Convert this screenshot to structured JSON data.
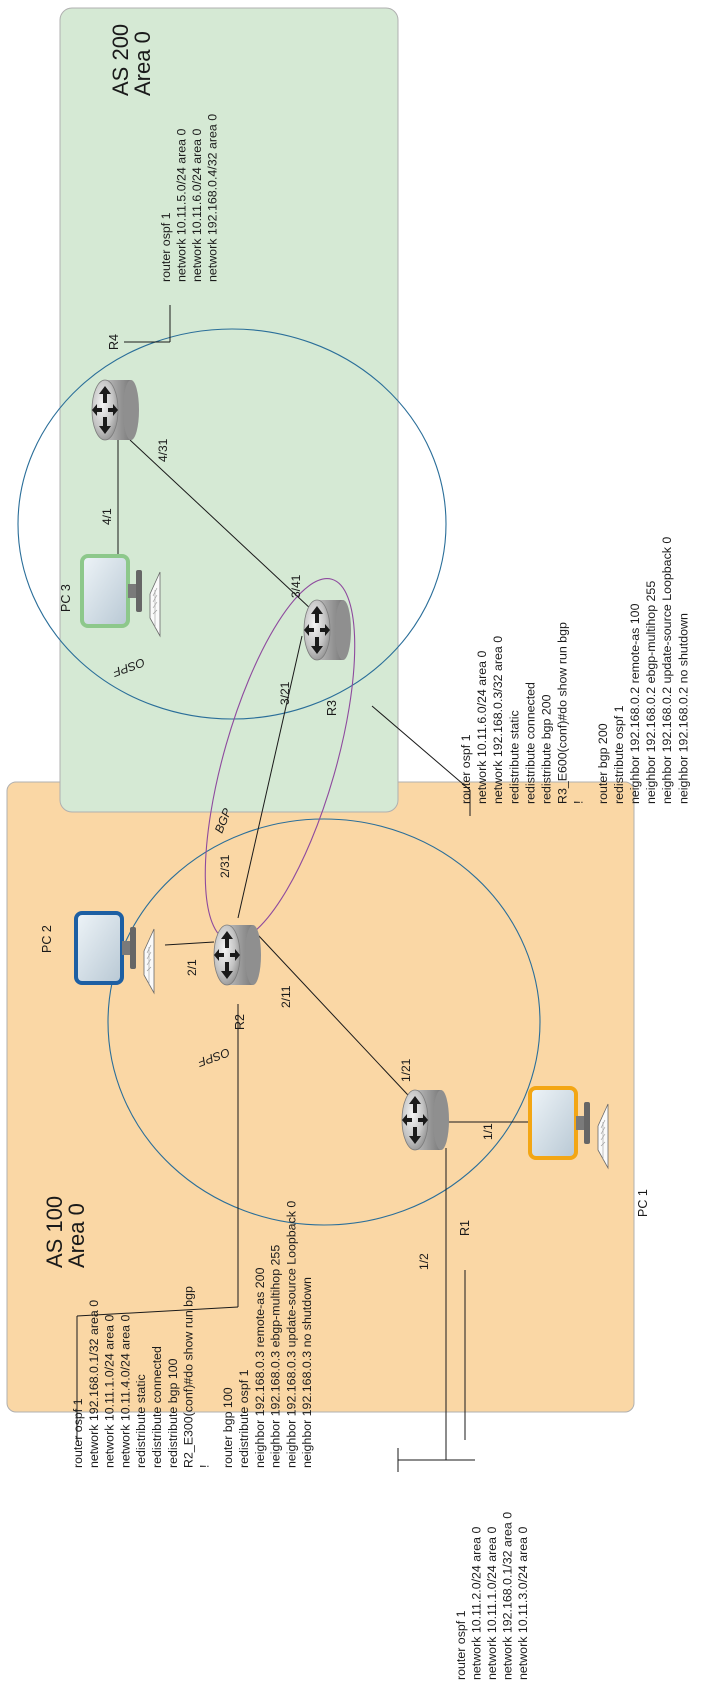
{
  "colors": {
    "as100_bg": "#fad7a5",
    "as200_bg": "#d5e9d4",
    "ospf_circle": "#2a6e99",
    "bgp_ellipse": "#8e4a9e",
    "pc1_screen_frame": "#f3a614",
    "pc2_screen_frame": "#1d5fa3",
    "pc3_screen_frame": "#8dc88b",
    "line": "#1a1a1a"
  },
  "areas": {
    "as100": {
      "as": "AS 100",
      "area": "Area 0"
    },
    "as200": {
      "as": "AS 200",
      "area": "Area 0"
    }
  },
  "protocols": {
    "ospf_left": "OSPF",
    "ospf_right": "OSPF",
    "bgp": "BGP"
  },
  "devices": {
    "r1": {
      "label": "R1",
      "icon": "router-icon"
    },
    "r2": {
      "label": "R2",
      "icon": "router-icon"
    },
    "r3": {
      "label": "R3",
      "icon": "router-icon"
    },
    "r4": {
      "label": "R4",
      "icon": "router-icon"
    },
    "pc1": {
      "label": "PC 1",
      "icon": "computer-icon"
    },
    "pc2": {
      "label": "PC 2",
      "icon": "computer-icon"
    },
    "pc3": {
      "label": "PC 3",
      "icon": "computer-icon"
    }
  },
  "ports": {
    "r1_pc1": "1/1",
    "r1_r2": "1/21",
    "r1_down": "1/2",
    "r2_pc2": "2/1",
    "r2_r1": "2/11",
    "r2_r3": "2/31",
    "r3_r2": "3/21",
    "r3_r4": "3/41",
    "r4_pc3": "4/1",
    "r4_r3": "4/31"
  },
  "configs": {
    "r1": [
      "router ospf 1",
      "network 10.11.2.0/24 area 0",
      "network 10.11.1.0/24 area 0",
      "network 192.168.0.1/32 area 0",
      "network 10.11.3.0/24 area 0"
    ],
    "r2": [
      "router ospf 1",
      "network 192.168.0.1/32 area 0",
      "network 10.11.1.0/24 area 0",
      "network 10.11.4.0/24 area 0",
      "redistribute static",
      "redistribute connected",
      "redistribute bgp 100",
      "R2_E300(conf)#do show run bgp",
      "!",
      "router bgp 100",
      "redistribute ospf 1",
      "neighbor 192.168.0.3 remote-as 200",
      "neighbor 192.168.0.3 ebgp-multihop 255",
      "neighbor 192.168.0.3 update-source Loopback 0",
      "neighbor 192.168.0.3 no shutdown"
    ],
    "r3": [
      "router ospf 1",
      "network 10.11.6.0/24 area 0",
      "network 192.168.0.3/32 area 0",
      "redistribute static",
      "redistribute connected",
      "redistribute bgp 200",
      "R3_E600(conf)#do show run bgp",
      "!",
      "router bgp 200",
      "redistribute ospf 1",
      "neighbor 192.168.0.2 remote-as 100",
      "neighbor 192.168.0.2 ebgp-multihop 255",
      "neighbor 192.168.0.2 update-source Loopback 0",
      "neighbor 192.168.0.2 no shutdown"
    ],
    "r4": [
      "router ospf 1",
      "network 10.11.5.0/24 area 0",
      "network 10.11.6.0/24 area 0",
      "network 192.168.0.4/32 area 0"
    ]
  }
}
